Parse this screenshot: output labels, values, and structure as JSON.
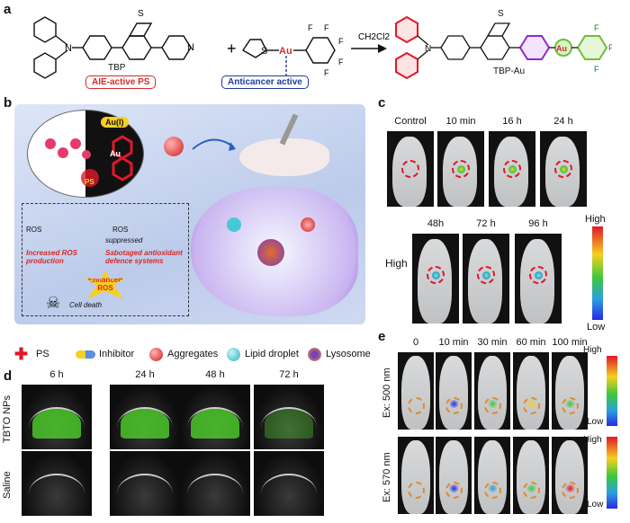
{
  "panels": {
    "a": "a",
    "b": "b",
    "c": "c",
    "d": "d",
    "e": "e"
  },
  "panel_a": {
    "reactant1": "TBP",
    "reactant1_tag": "AIE-active PS",
    "plus": "+",
    "reactant2_tag": "Anticancer active",
    "solvent": "CH2Cl2",
    "product": "TBP-Au",
    "atoms": {
      "N": "N",
      "S": "S",
      "Au": "Au",
      "F": "F"
    }
  },
  "panel_b": {
    "au_label": "Au(I)",
    "au_small": "Au",
    "ps_label": "PS",
    "ros_small": "ROS",
    "suppressed": "suppressed",
    "increased": "Increased ROS production",
    "sabotaged": "Sabotaged antioxidant defence systems",
    "enhanced": "Enhanced ROS",
    "cell_death": "Cell death"
  },
  "legend": [
    {
      "label": "PS",
      "icon": "cross-icon"
    },
    {
      "label": "Inhibitor",
      "icon": "capsule-icon"
    },
    {
      "label": "Aggregates",
      "icon": "sphere-icon"
    },
    {
      "label": "Lipid droplet",
      "icon": "droplet-icon"
    },
    {
      "label": "Lysosome",
      "icon": "lysosome-icon"
    }
  ],
  "panel_c": {
    "times_top": [
      "Control",
      "10 min",
      "16 h",
      "24 h"
    ],
    "times_bottom": [
      "48h",
      "72 h",
      "96 h"
    ],
    "side_label": "High",
    "scale_high": "High",
    "scale_low": "Low"
  },
  "panel_d": {
    "times": [
      "6 h",
      "24 h",
      "48 h",
      "72 h"
    ],
    "row1": "TBTO NPs",
    "row2": "Saline"
  },
  "panel_e": {
    "times": [
      "0",
      "10 min",
      "30 min",
      "60 min",
      "100 min"
    ],
    "row1": "Ex: 500 nm",
    "row2": "Ex: 570 nm",
    "scale_high": "High",
    "scale_low": "Low"
  },
  "colors": {
    "red_ring": "#e0182a",
    "orange_ring": "#e08a2a",
    "tag_red": "#d62a2a",
    "tag_blue": "#1f3c9a",
    "us_green": "#4dd12b"
  }
}
